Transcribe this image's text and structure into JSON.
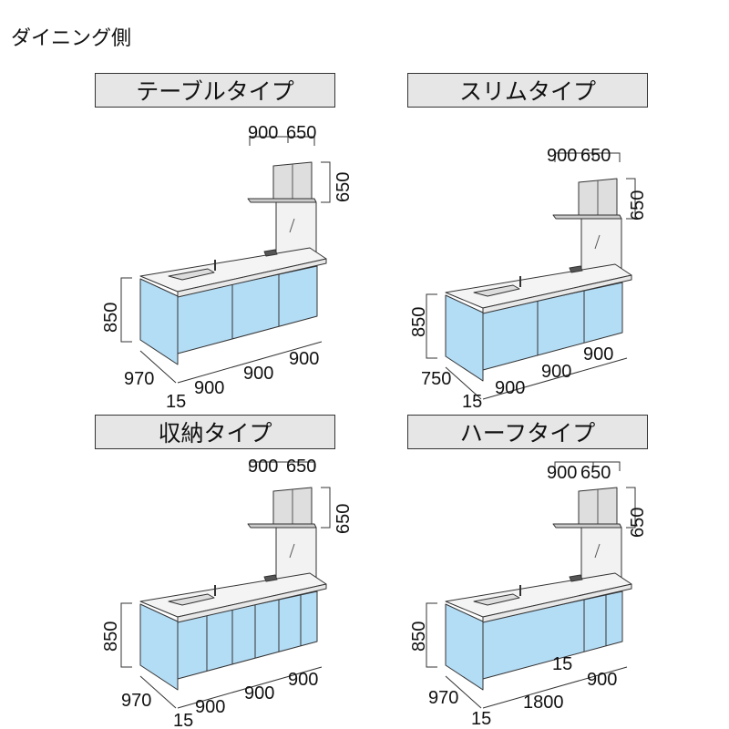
{
  "heading": "ダイニング側",
  "panels": [
    {
      "title": "テーブルタイプ",
      "hood_w1": "900",
      "hood_w2": "650",
      "hood_h": "650",
      "height": "850",
      "depth": "970",
      "gap": "15",
      "widths": [
        "900",
        "900",
        "900"
      ]
    },
    {
      "title": "スリムタイプ",
      "hood_w1": "900",
      "hood_w2": "650",
      "hood_h": "650",
      "height": "850",
      "depth": "750",
      "gap": "15",
      "widths": [
        "900",
        "900",
        "900"
      ]
    },
    {
      "title": "収納タイプ",
      "hood_w1": "900",
      "hood_w2": "650",
      "hood_h": "650",
      "height": "850",
      "depth": "970",
      "gap": "15",
      "widths": [
        "900",
        "900",
        "900"
      ]
    },
    {
      "title": "ハーフタイプ",
      "hood_w1": "900",
      "hood_w2": "650",
      "hood_h": "650",
      "height": "850",
      "depth": "970",
      "gap": "15",
      "gap2": "15",
      "widths": [
        "1800",
        "900"
      ]
    }
  ],
  "colors": {
    "cabinet": "#b3dcf5",
    "counter": "#f4f4f4",
    "title_bg": "#e6e6e6",
    "hood": "#dedede"
  }
}
